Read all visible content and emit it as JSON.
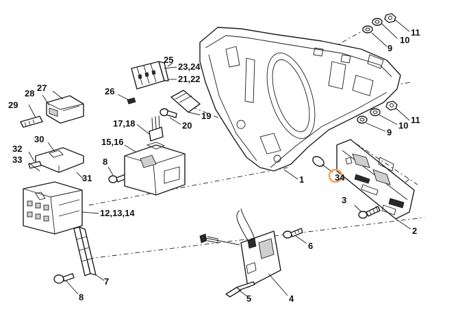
{
  "diagram": {
    "highlight_color": "#f2a055",
    "labels": {
      "p1": "1",
      "p2": "2",
      "p3": "3",
      "p34": "34",
      "p4": "4",
      "p5": "5",
      "p6": "6",
      "p7": "7",
      "p8a": "8",
      "p8b": "8",
      "p9a": "9",
      "p9b": "9",
      "p10a": "10",
      "p10b": "10",
      "p11a": "11",
      "p11b": "11",
      "p121314": "12,13,14",
      "p1516": "15,16",
      "p1718": "17,18",
      "p19": "19",
      "p20": "20",
      "p2122": "21,22",
      "p2324": "23,24",
      "p25": "25",
      "p26": "26",
      "p27": "27",
      "p28": "28",
      "p29": "29",
      "p30": "30",
      "p31": "31",
      "p32": "32",
      "p33": "33"
    }
  }
}
